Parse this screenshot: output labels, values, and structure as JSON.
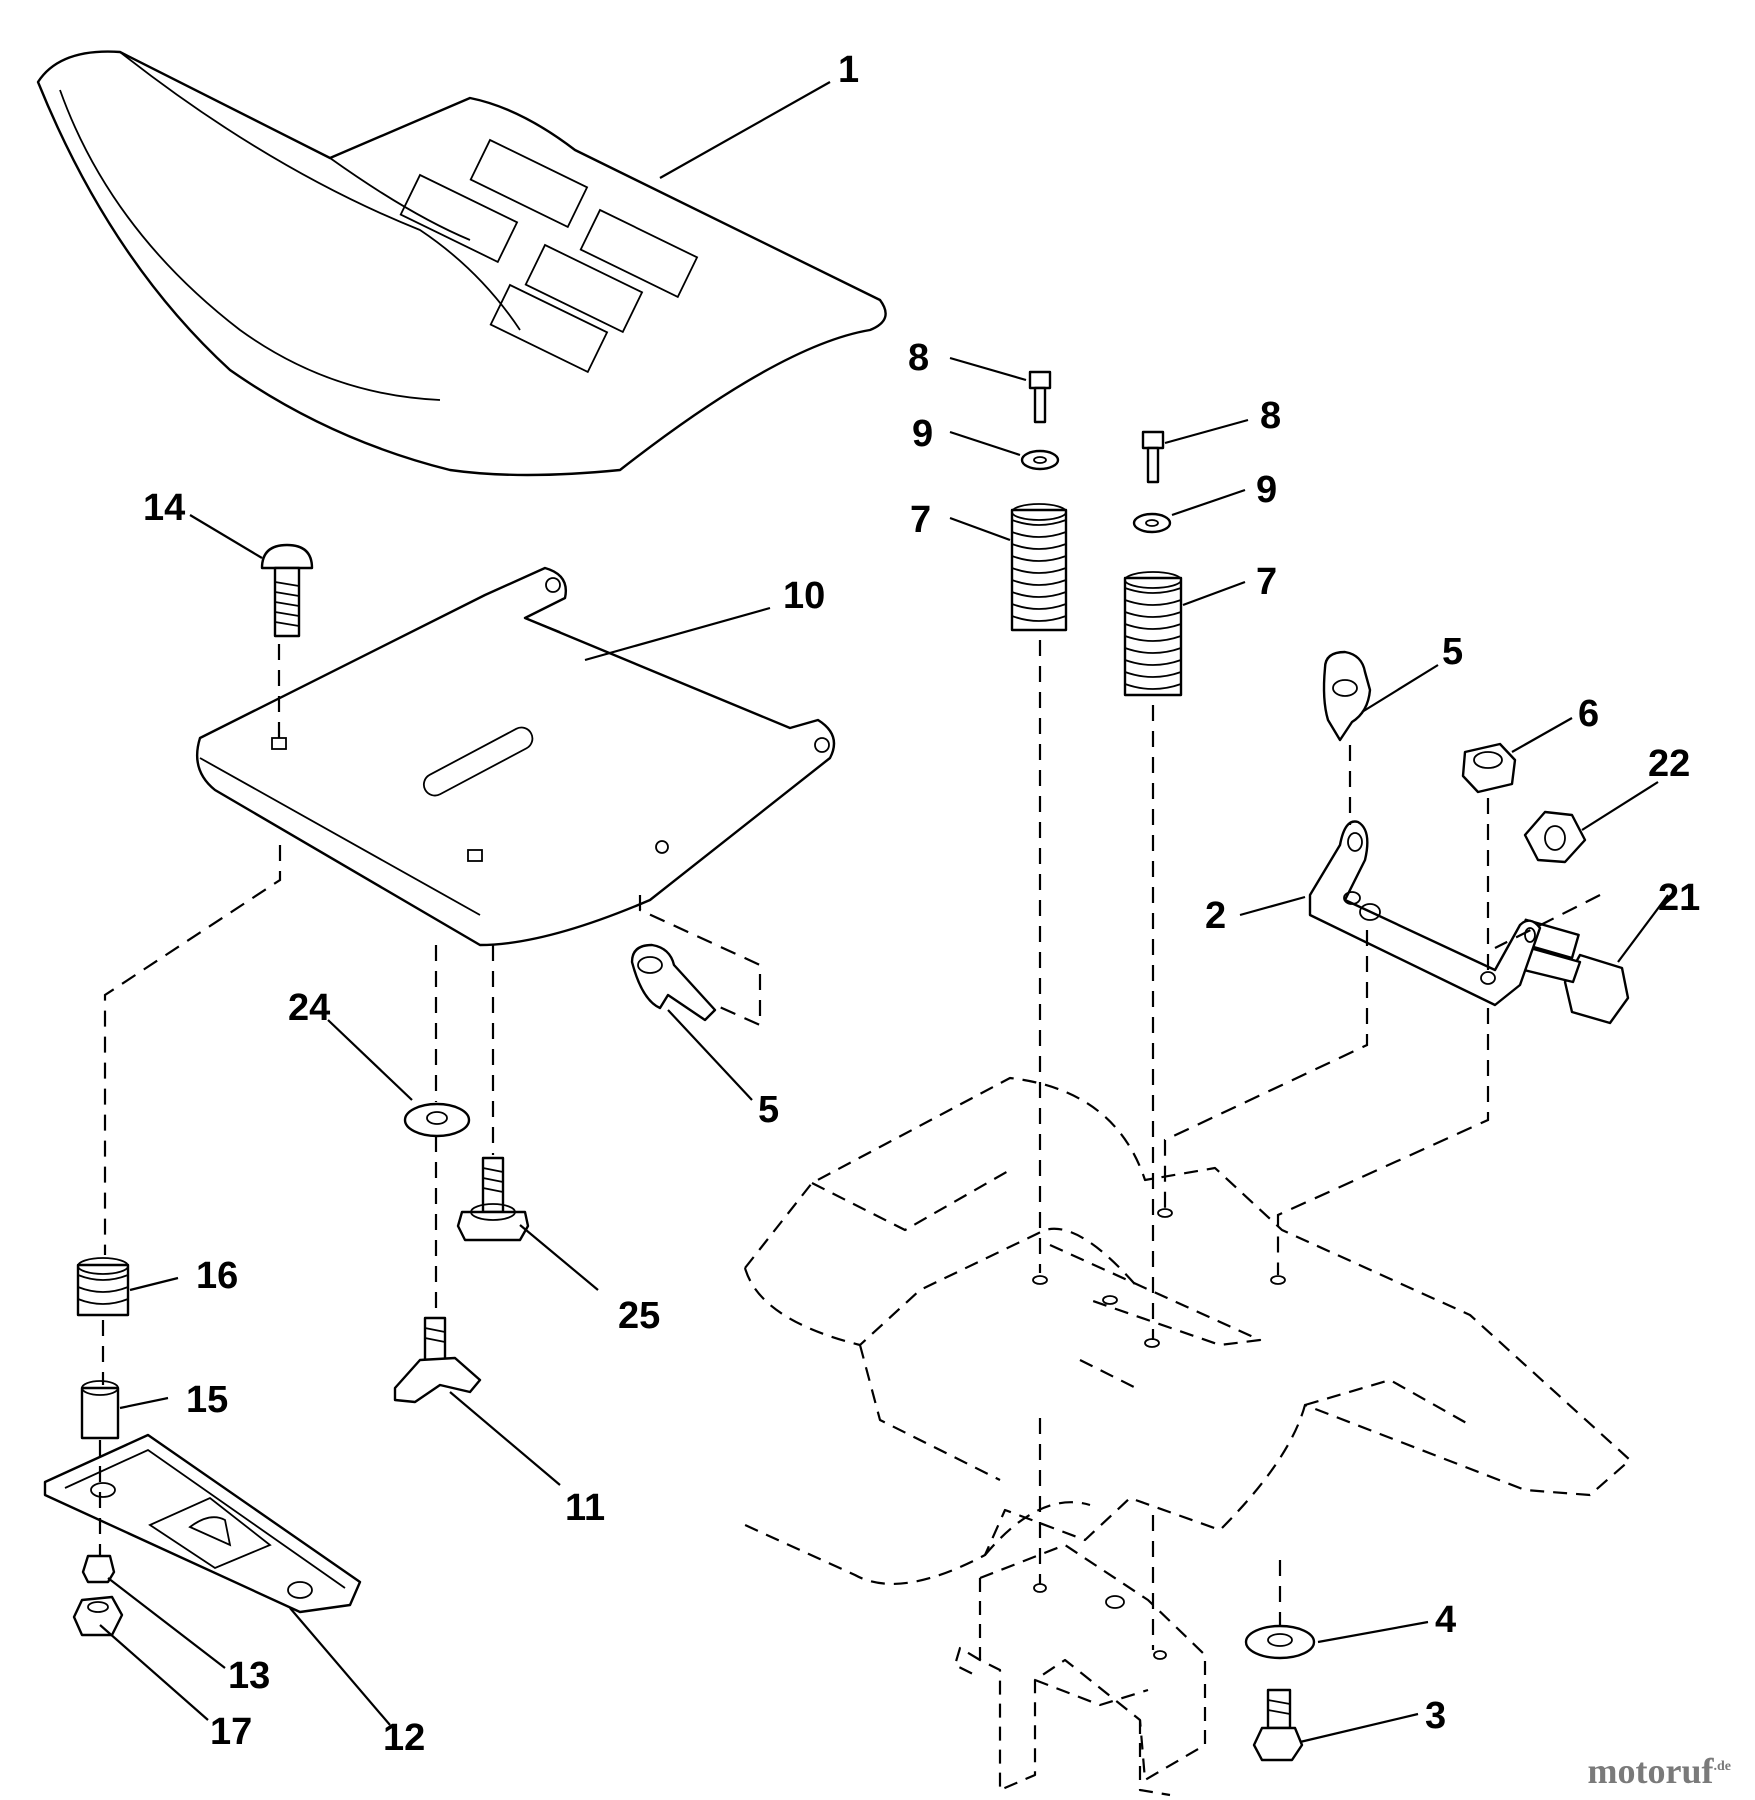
{
  "callouts": {
    "c1": "1",
    "c2": "2",
    "c3": "3",
    "c4": "4",
    "c5a": "5",
    "c5b": "5",
    "c6": "6",
    "c7a": "7",
    "c7b": "7",
    "c8a": "8",
    "c8b": "8",
    "c9a": "9",
    "c9b": "9",
    "c10": "10",
    "c11": "11",
    "c12": "12",
    "c13": "13",
    "c14": "14",
    "c15": "15",
    "c16": "16",
    "c17": "17",
    "c21": "21",
    "c22": "22",
    "c24": "24",
    "c25": "25"
  },
  "watermark": {
    "name": "motoruf",
    "suffix": ".de"
  }
}
